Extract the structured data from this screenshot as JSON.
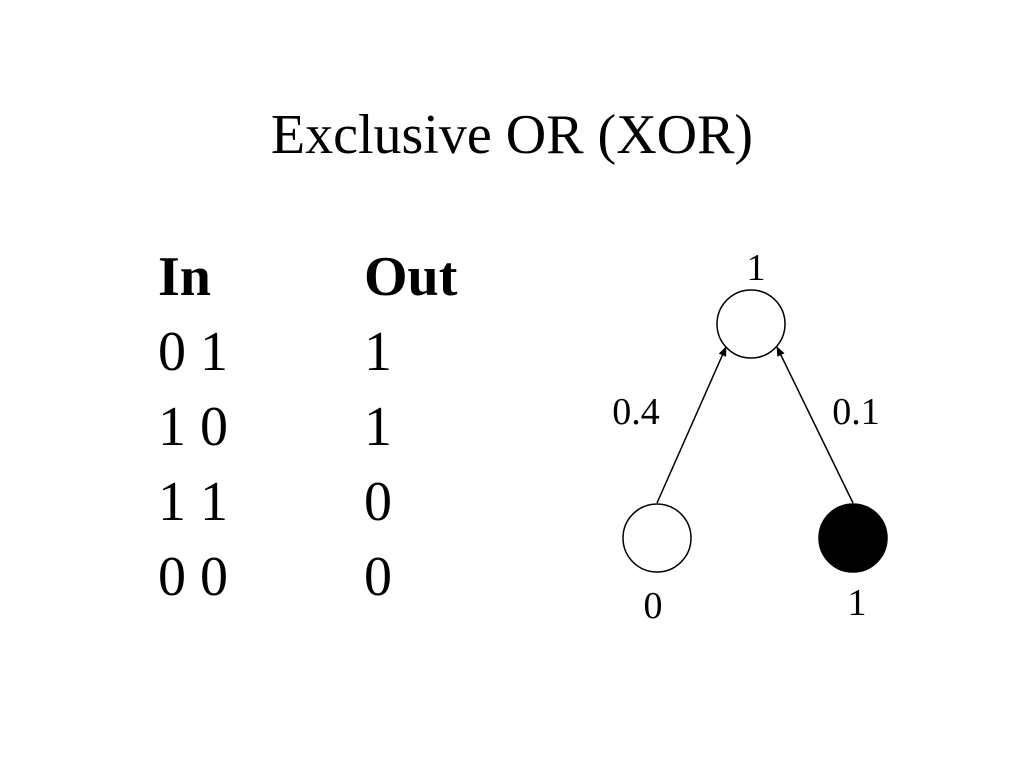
{
  "slide": {
    "title": "Exclusive OR (XOR)"
  },
  "truth_table": {
    "headers": {
      "input": "In",
      "output": "Out"
    },
    "rows": [
      {
        "input": "0 1",
        "output": "1"
      },
      {
        "input": "1 0",
        "output": "1"
      },
      {
        "input": "1 1",
        "output": "0"
      },
      {
        "input": "0 0",
        "output": "0"
      }
    ]
  },
  "network": {
    "output_node": {
      "value": "1",
      "fill": "#ffffff"
    },
    "input_nodes": [
      {
        "value": "0",
        "fill": "#ffffff"
      },
      {
        "value": "1",
        "fill": "#000000"
      }
    ],
    "weights": [
      "0.4",
      "0.1"
    ]
  }
}
